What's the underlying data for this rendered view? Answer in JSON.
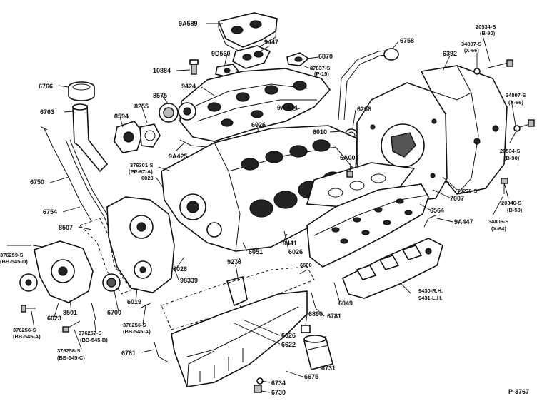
{
  "figure_id": "P-3767",
  "labels": [
    {
      "id": "9A589",
      "text": "9A589"
    },
    {
      "id": "9447",
      "text": "9447"
    },
    {
      "id": "9D560",
      "text": "9D560"
    },
    {
      "id": "6870",
      "text": "6870"
    },
    {
      "id": "87837S",
      "text": "87837-S"
    },
    {
      "id": "87837S_sub",
      "text": "(P-15)"
    },
    {
      "id": "6758",
      "text": "6758"
    },
    {
      "id": "20534S_top",
      "text": "20534-S"
    },
    {
      "id": "20534S_top_sub",
      "text": "(B-90)"
    },
    {
      "id": "34807S_top",
      "text": "34807-S"
    },
    {
      "id": "34807S_top_sub",
      "text": "(X-66)"
    },
    {
      "id": "6392",
      "text": "6392"
    },
    {
      "id": "10884",
      "text": "10884"
    },
    {
      "id": "9424",
      "text": "9424"
    },
    {
      "id": "6766",
      "text": "6766"
    },
    {
      "id": "8575",
      "text": "8575"
    },
    {
      "id": "8255",
      "text": "8255"
    },
    {
      "id": "8594",
      "text": "8594"
    },
    {
      "id": "6763",
      "text": "6763"
    },
    {
      "id": "9A424",
      "text": "9A 424"
    },
    {
      "id": "6266",
      "text": "6266"
    },
    {
      "id": "34807S_right",
      "text": "34807-S"
    },
    {
      "id": "34807S_right_sub",
      "text": "(X-66)"
    },
    {
      "id": "6026_top",
      "text": "6026"
    },
    {
      "id": "6010",
      "text": "6010"
    },
    {
      "id": "9A425",
      "text": "9A425"
    },
    {
      "id": "20534S_right",
      "text": "20534-S"
    },
    {
      "id": "20534S_right_sub",
      "text": "(B-90)"
    },
    {
      "id": "376301S",
      "text": "376301-S"
    },
    {
      "id": "376301S_sub",
      "text": "(PP-67-A)"
    },
    {
      "id": "6020",
      "text": "6020"
    },
    {
      "id": "6A008",
      "text": "6A008"
    },
    {
      "id": "6750",
      "text": "6750"
    },
    {
      "id": "73279S",
      "text": "73279-S"
    },
    {
      "id": "7007",
      "text": "7007"
    },
    {
      "id": "20346S",
      "text": "20346-S"
    },
    {
      "id": "20346S_sub",
      "text": "(B-50)"
    },
    {
      "id": "6564",
      "text": "6564"
    },
    {
      "id": "6754",
      "text": "6754"
    },
    {
      "id": "34806S",
      "text": "34806-S"
    },
    {
      "id": "34806S_sub",
      "text": "(X-64)"
    },
    {
      "id": "8507",
      "text": "8507"
    },
    {
      "id": "9A447",
      "text": "9A447"
    },
    {
      "id": "9441",
      "text": "9441"
    },
    {
      "id": "6026_mid",
      "text": "6026"
    },
    {
      "id": "6051",
      "text": "6051"
    },
    {
      "id": "376259S",
      "text": "376259-S"
    },
    {
      "id": "376259S_sub",
      "text": "(BB-545-D)"
    },
    {
      "id": "6026_low",
      "text": "6026"
    },
    {
      "id": "9278",
      "text": "9278"
    },
    {
      "id": "6600",
      "text": "6600"
    },
    {
      "id": "98339",
      "text": "98339"
    },
    {
      "id": "6019",
      "text": "6019"
    },
    {
      "id": "6700",
      "text": "6700"
    },
    {
      "id": "6049",
      "text": "6049"
    },
    {
      "id": "9430",
      "text": "9430-R.H."
    },
    {
      "id": "9431",
      "text": "9431-L.H."
    },
    {
      "id": "8501",
      "text": "8501"
    },
    {
      "id": "6023",
      "text": "6023"
    },
    {
      "id": "6781_right",
      "text": "6781"
    },
    {
      "id": "376256S_left",
      "text": "376256-S"
    },
    {
      "id": "376256S_left_sub",
      "text": "(BB-545-A)"
    },
    {
      "id": "376257S",
      "text": "376257-S"
    },
    {
      "id": "376257S_sub",
      "text": "(BB-545-B)"
    },
    {
      "id": "376256S_mid",
      "text": "376256-S"
    },
    {
      "id": "376256S_mid_sub",
      "text": "(BB-545-A)"
    },
    {
      "id": "6890",
      "text": "6890"
    },
    {
      "id": "376258S",
      "text": "376258-S"
    },
    {
      "id": "376258S_sub",
      "text": "(BB-545-C)"
    },
    {
      "id": "6626",
      "text": "6626"
    },
    {
      "id": "6622",
      "text": "6622"
    },
    {
      "id": "6781_left",
      "text": "6781"
    },
    {
      "id": "6731",
      "text": "6731"
    },
    {
      "id": "6734",
      "text": "6734"
    },
    {
      "id": "6675",
      "text": "6675"
    },
    {
      "id": "6730",
      "text": "6730"
    }
  ]
}
